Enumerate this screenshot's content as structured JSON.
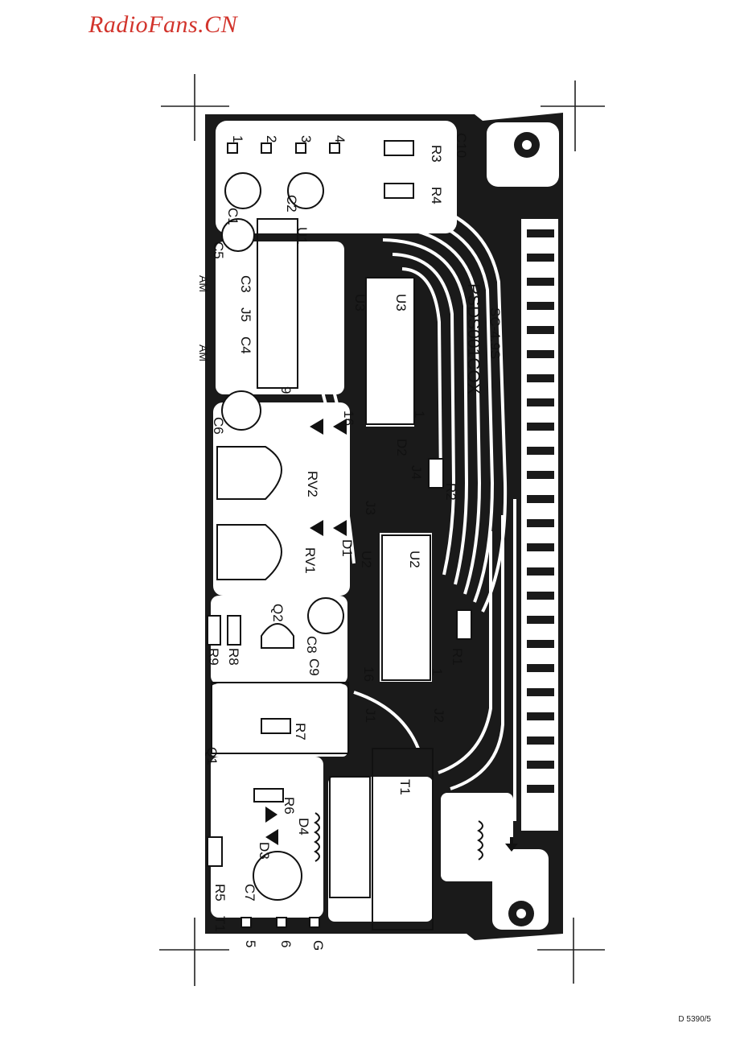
{
  "watermark": "RadioFans.CN",
  "doc_code": "D 5390/5",
  "board": {
    "part_no": "PSDS001COX",
    "stamp": "SC-4.9S",
    "terminals": [
      "1",
      "2",
      "3",
      "4",
      "5",
      "6",
      "G"
    ],
    "pin_marks": [
      "9",
      "16",
      "1"
    ],
    "components": {
      "ics": [
        "U1",
        "U2",
        "U3"
      ],
      "transistors": [
        "Q1",
        "Q2"
      ],
      "resistors": [
        "R1",
        "R2",
        "R3",
        "R4",
        "R5",
        "R6",
        "R7",
        "R8",
        "R9"
      ],
      "capacitors": [
        "C1",
        "C2",
        "C3",
        "C4",
        "C5",
        "C6",
        "C7",
        "C8",
        "C9",
        "C10"
      ],
      "diodes": [
        "D1",
        "D2",
        "D3",
        "D4"
      ],
      "jumpers": [
        "J1",
        "J2",
        "J3",
        "J4",
        "J5"
      ],
      "trimmers": [
        "RV1",
        "RV2"
      ],
      "transformer": "T1",
      "side_marks": [
        "AM",
        "AM"
      ]
    }
  },
  "colors": {
    "ink": "#151515",
    "paper": "#ffffff",
    "watermark": "#d2342c"
  }
}
